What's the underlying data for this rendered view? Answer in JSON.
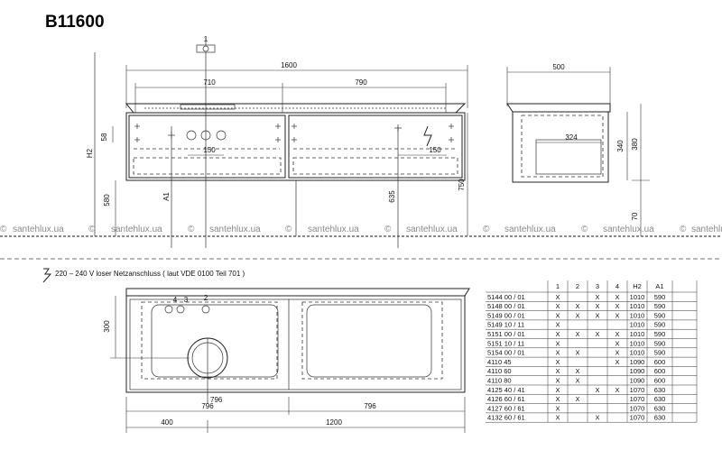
{
  "title": "B11600",
  "watermark": "santehlux.ua",
  "copyright_symbol": "©",
  "front": {
    "dim_width": "1600",
    "dim_left": "710",
    "dim_right": "790",
    "dim_h2": "H2",
    "dim_580": "580",
    "dim_a1": "A1",
    "dim_58": "58",
    "dim_150a": "150",
    "dim_150b": "150",
    "dim_635": "635",
    "dim_750": "750",
    "tap_number": "1"
  },
  "side": {
    "dim_width": "500",
    "dim_324": "324",
    "dim_340": "340",
    "dim_380": "380",
    "dim_70": "70"
  },
  "plan": {
    "note": "220 – 240 V loser Netzanschluss ( laut VDE 0100 Teil 701 )",
    "dim_300": "300",
    "tap_labels": [
      "4",
      "3",
      "2"
    ],
    "dim_796a": "796",
    "dim_796b": "796",
    "dim_796c": "796",
    "dim_400": "400",
    "dim_1200": "1200"
  },
  "table": {
    "headers": [
      "1",
      "2",
      "3",
      "4",
      "H2",
      "A1"
    ],
    "rows": [
      {
        "code": "5144 00 / 01",
        "c1": "X",
        "c2": "",
        "c3": "X",
        "c4": "X",
        "h2": "1010",
        "a1": "590"
      },
      {
        "code": "5148 00 / 01",
        "c1": "X",
        "c2": "X",
        "c3": "X",
        "c4": "X",
        "h2": "1010",
        "a1": "590"
      },
      {
        "code": "5149 00 / 01",
        "c1": "X",
        "c2": "X",
        "c3": "X",
        "c4": "X",
        "h2": "1010",
        "a1": "590"
      },
      {
        "code": "5149 10 / 11",
        "c1": "X",
        "c2": "",
        "c3": "",
        "c4": "",
        "h2": "1010",
        "a1": "590"
      },
      {
        "code": "5151 00 / 01",
        "c1": "X",
        "c2": "X",
        "c3": "X",
        "c4": "X",
        "h2": "1010",
        "a1": "590"
      },
      {
        "code": "5151 10 / 11",
        "c1": "X",
        "c2": "",
        "c3": "",
        "c4": "X",
        "h2": "1010",
        "a1": "590"
      },
      {
        "code": "5154 00 / 01",
        "c1": "X",
        "c2": "X",
        "c3": "",
        "c4": "X",
        "h2": "1010",
        "a1": "590"
      },
      {
        "code": "4110 45",
        "c1": "X",
        "c2": "",
        "c3": "",
        "c4": "X",
        "h2": "1090",
        "a1": "600"
      },
      {
        "code": "4110 60",
        "c1": "X",
        "c2": "X",
        "c3": "",
        "c4": "",
        "h2": "1090",
        "a1": "600"
      },
      {
        "code": "4110 80",
        "c1": "X",
        "c2": "X",
        "c3": "",
        "c4": "",
        "h2": "1090",
        "a1": "600"
      },
      {
        "code": "4125 40 / 41",
        "c1": "X",
        "c2": "",
        "c3": "X",
        "c4": "X",
        "h2": "1070",
        "a1": "630"
      },
      {
        "code": "4126 60 / 61",
        "c1": "X",
        "c2": "X",
        "c3": "",
        "c4": "",
        "h2": "1070",
        "a1": "630"
      },
      {
        "code": "4127 60 / 61",
        "c1": "X",
        "c2": "",
        "c3": "",
        "c4": "",
        "h2": "1070",
        "a1": "630"
      },
      {
        "code": "4132 60 / 61",
        "c1": "X",
        "c2": "",
        "c3": "X",
        "c4": "",
        "h2": "1070",
        "a1": "630"
      }
    ]
  }
}
